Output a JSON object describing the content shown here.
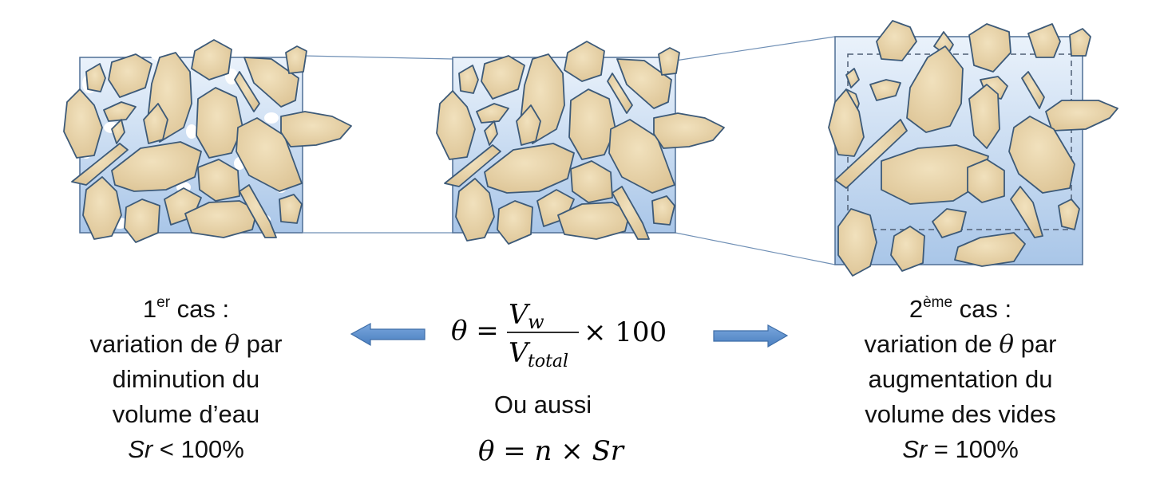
{
  "case1": {
    "line1_num": "1",
    "line1_sup": "er",
    "line1_rest": " cas :",
    "line2_pre": "variation de ",
    "line2_var": "θ",
    "line2_post": " par",
    "line3": "diminution du",
    "line4": "volume d’eau",
    "line5_var": "Sr",
    "line5_rest": " < 100%"
  },
  "case2": {
    "line1_num": "2",
    "line1_sup": "ème",
    "line1_rest": " cas :",
    "line2_pre": "variation de ",
    "line2_var": "θ",
    "line2_post": " par",
    "line3": "augmentation du",
    "line4": "volume des vides",
    "line5_var": "Sr",
    "line5_rest": " = 100%"
  },
  "formula_main": {
    "lhs": "θ =",
    "numerator": "V",
    "numerator_sub": "w",
    "denominator": "V",
    "denominator_sub": "total",
    "rhs": "× 100"
  },
  "or_text": "Ou aussi",
  "formula_alt": "θ = n × Sr",
  "colors": {
    "grain_fill": "#e8d3a6",
    "grain_stroke": "#3d5a78",
    "water_top": "#e9f1fa",
    "water_bottom": "#a9c6e8",
    "box_stroke": "#4f6f95",
    "arrow": "#5b8fcc"
  }
}
